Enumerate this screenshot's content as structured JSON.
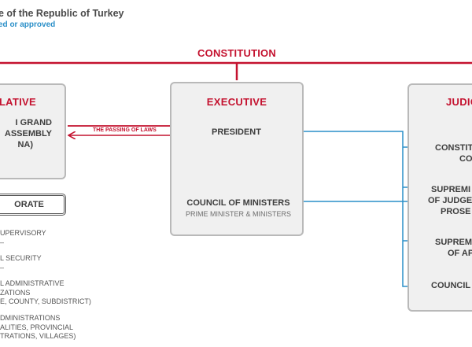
{
  "header": {
    "title": "e of the Republic of Turkey",
    "subtitle": "ed or approved"
  },
  "constitution": "CONSTITUTION",
  "legislative": {
    "heading": "LATIVE",
    "body_lines": [
      "I GRAND",
      "ASSEMBLY",
      "NA)"
    ]
  },
  "passing_label": "THE PASSING OF LAWS",
  "executive": {
    "heading": "EXECUTIVE",
    "president": "PRESIDENT",
    "council": "COUNCIL OF MINISTERS",
    "council_sub": "PRIME MINISTER & MINISTERS"
  },
  "judiciary": {
    "heading": "JUDIC",
    "items": [
      [
        "CONSTIT",
        "CO"
      ],
      [
        "SUPREMI",
        "OF JUDGE",
        "PROSE"
      ],
      [
        "SUPREM",
        "OF AP"
      ],
      [
        "COUNCIL"
      ]
    ]
  },
  "electorate": "ORATE",
  "left_list": [
    [
      "UPERVISORY",
      "–"
    ],
    [
      "L SECURITY",
      "–"
    ],
    [
      "L ADMINISTRATIVE",
      "ZATIONS",
      "E, COUNTY, SUBDISTRICT)"
    ],
    [
      "DMINISTRATIONS",
      "ALITIES, PROVINCIAL",
      "TRATIONS, VILLAGES)"
    ]
  ],
  "colors": {
    "red": "#c4122f",
    "blue": "#2a8fc8",
    "box_fill": "#f0f0f0",
    "box_border": "#b9b9b9"
  }
}
